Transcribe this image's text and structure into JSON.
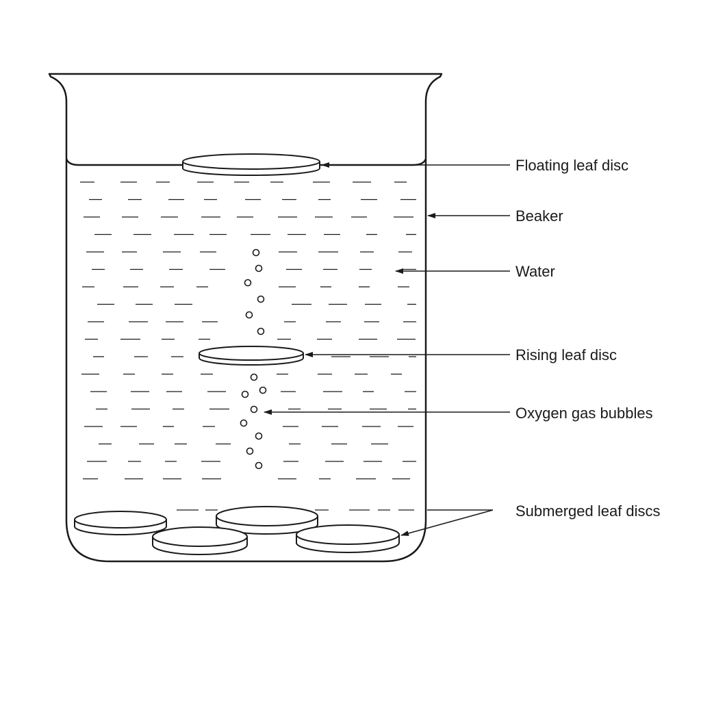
{
  "labels": {
    "floating_leaf_disc": "Floating leaf disc",
    "beaker": "Beaker",
    "water": "Water",
    "rising_leaf_disc": "Rising leaf disc",
    "oxygen_gas_bubbles": "Oxygen gas bubbles",
    "submerged_leaf_discs": "Submerged leaf discs"
  },
  "colors": {
    "stroke": "#1a1a1a",
    "background": "#ffffff"
  }
}
